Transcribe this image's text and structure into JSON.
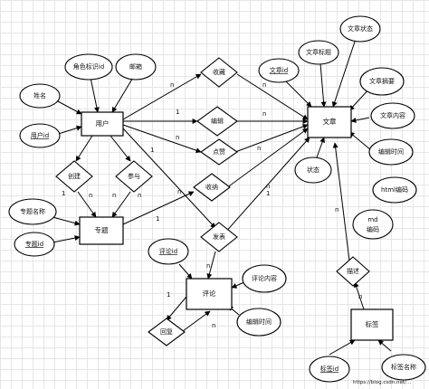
{
  "entities": {
    "user": "用户",
    "article": "文章",
    "topic": "专题",
    "comment": "评论",
    "tag": "标签"
  },
  "relationships": {
    "favorite": "收藏",
    "edit": "编辑",
    "like": "点赞",
    "include": "收纳",
    "create": "创建",
    "join": "参与",
    "publish": "发表",
    "reply": "回复",
    "describe": "描述"
  },
  "attributes": {
    "user_name": "姓名",
    "user_id": "用户id",
    "role_id": "角色标识id",
    "email": "邮箱",
    "article_id": "文章id",
    "article_title": "文章标题",
    "article_status_top": "文章状态",
    "article_summary": "文章摘要",
    "article_content": "文章内容",
    "edit_time": "编辑时间",
    "status": "状态",
    "html_code": "html编码",
    "md_code_1": "md",
    "md_code_2": "编码",
    "topic_name": "专题名称",
    "topic_id": "专题id",
    "comment_id": "评论id",
    "comment_content": "评论内容",
    "comment_edit_time": "编辑时间",
    "tag_id": "标签id",
    "tag_name": "标签名称"
  },
  "cardinalities": {
    "n": "n",
    "one": "1"
  },
  "watermark": "https://blog.csdn.net/..."
}
